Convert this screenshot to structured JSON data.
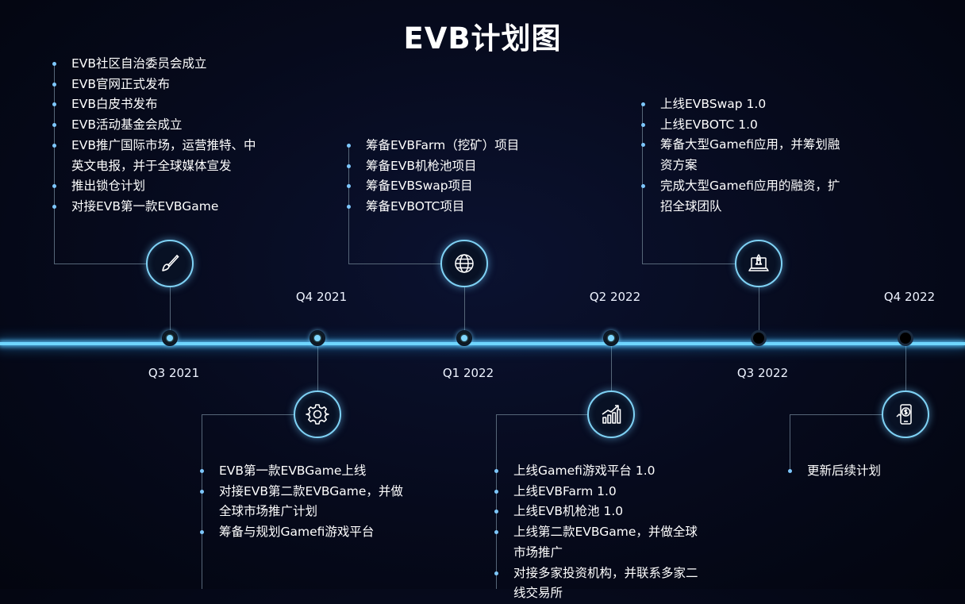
{
  "title": "EVB计划图",
  "milestones": [
    {
      "label": "Q3 2021",
      "icon": "paintbrush-icon",
      "items": [
        "EVB社区自治委员会成立",
        "EVB官网正式发布",
        "EVB白皮书发布",
        "EVB活动基金会成立",
        "EVB推广国际市场，运营推特、中英文电报，并于全球媒体宣发",
        "推出锁仓计划",
        "对接EVB第一款EVBGame"
      ]
    },
    {
      "label": "Q4 2021",
      "icon": "gear-icon",
      "items": [
        "EVB第一款EVBGame上线",
        "对接EVB第二款EVBGame，并做全球市场推广计划",
        "筹备与规划Gamefi游戏平台"
      ]
    },
    {
      "label": "Q1 2022",
      "icon": "globe-icon",
      "items": [
        "筹备EVBFarm（挖矿）项目",
        "筹备EVB机枪池项目",
        "筹备EVBSwap项目",
        "筹备EVBOTC项目"
      ]
    },
    {
      "label": "Q2 2022",
      "icon": "chart-growth-icon",
      "items": [
        "上线Gamefi游戏平台 1.0",
        "上线EVBFarm 1.0",
        "上线EVB机枪池 1.0",
        "上线第二款EVBGame，并做全球市场推广",
        "对接多家投资机构，并联系多家二线交易所"
      ]
    },
    {
      "label": "Q3 2022",
      "icon": "rocket-laptop-icon",
      "items": [
        "上线EVBSwap 1.0",
        "上线EVBOTC 1.0",
        "筹备大型Gamefi应用，并筹划融资方案",
        "完成大型Gamefi应用的融资，扩招全球团队"
      ]
    },
    {
      "label": "Q4 2022",
      "icon": "dollar-phone-icon",
      "items": [
        "更新后续计划"
      ]
    }
  ],
  "colors": {
    "accent": "#7fd2f5",
    "line": "#6fd6ff",
    "background": "#060a1c"
  }
}
